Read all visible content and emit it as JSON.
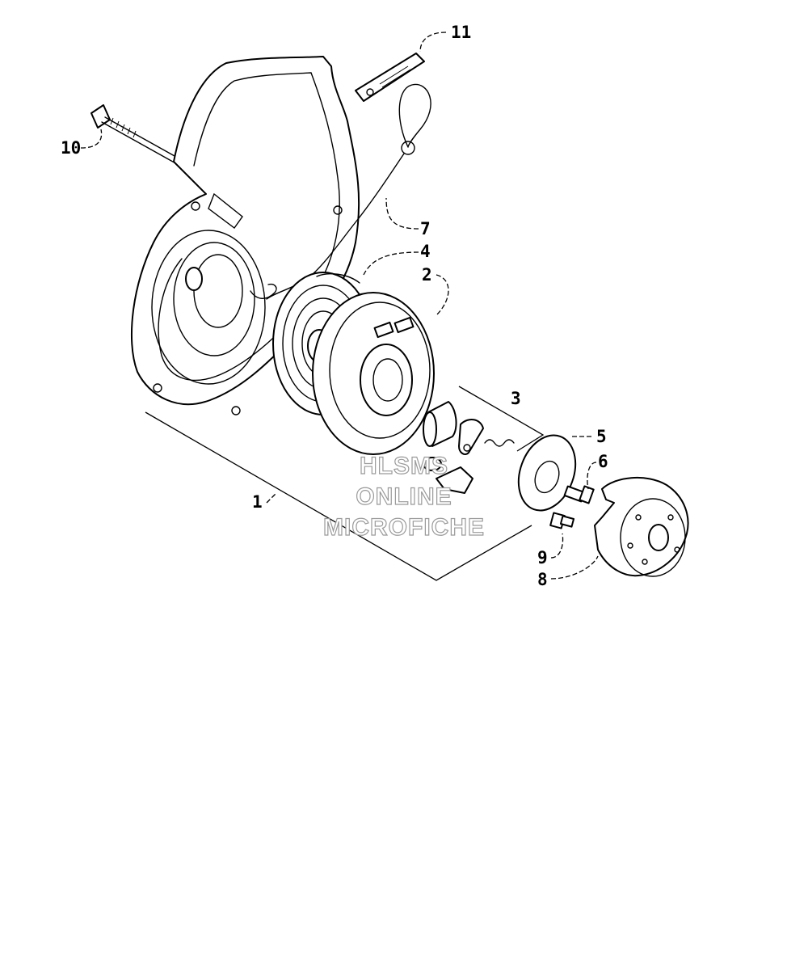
{
  "callouts": {
    "c1": "1",
    "c2": "2",
    "c3": "3",
    "c4": "4",
    "c5": "5",
    "c6": "6",
    "c7": "7",
    "c8": "8",
    "c9": "9",
    "c10": "10",
    "c11": "11"
  },
  "watermark": {
    "line1": "HLSMS",
    "line2": "ONLINE",
    "line3": "MICROFICHE"
  },
  "colors": {
    "ink": "#000000",
    "watermark_outline": "#9a9a9a",
    "background": "#ffffff"
  }
}
